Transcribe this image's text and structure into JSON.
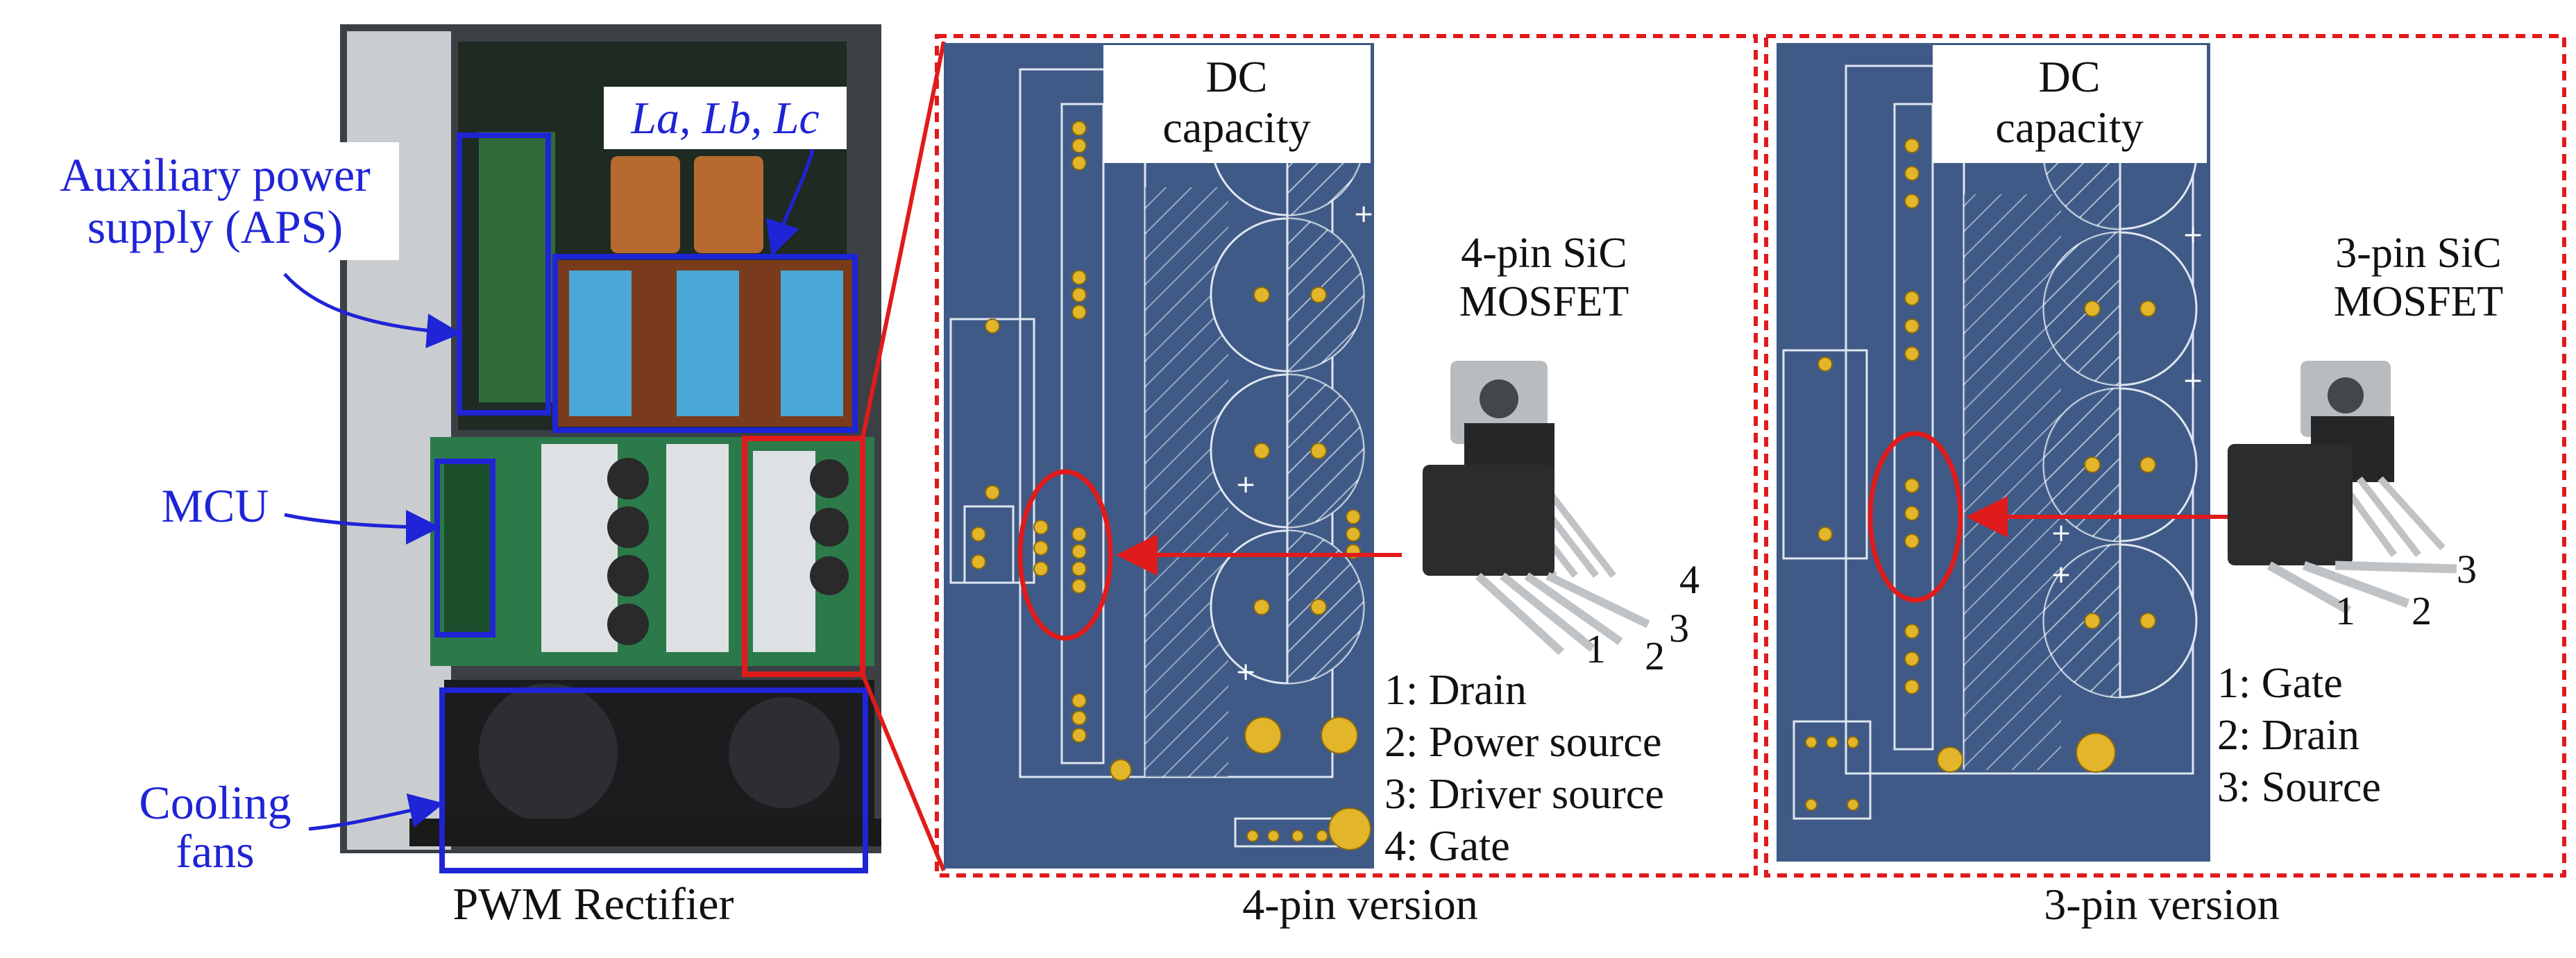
{
  "left_photo": {
    "annotation_aps": [
      "Auxiliary power",
      "supply (APS)"
    ],
    "annotation_mcu": "MCU",
    "annotation_fans": [
      "Cooling",
      "fans"
    ],
    "annotation_inductors": "La, Lb, Lc",
    "caption": "PWM Rectifier"
  },
  "panel_4pin": {
    "title": [
      "DC",
      "capacity"
    ],
    "device_label": [
      "4-pin SiC",
      "MOSFET"
    ],
    "pin_numbers": [
      "1",
      "2",
      "3",
      "4"
    ],
    "pin_legend": [
      "1: Drain",
      "2: Power source",
      "3: Driver source",
      "4: Gate"
    ],
    "caption": "4-pin version"
  },
  "panel_3pin": {
    "title": [
      "DC",
      "capacity"
    ],
    "device_label": [
      "3-pin SiC",
      "MOSFET"
    ],
    "pin_numbers": [
      "1",
      "2",
      "3"
    ],
    "pin_legend": [
      "1: Gate",
      "2: Drain",
      "3: Source"
    ],
    "caption": "3-pin version"
  },
  "colors": {
    "annotation_blue": "#1f24d6",
    "highlight_red": "#e01b1b",
    "pcb_blue": "#3f5a86"
  }
}
